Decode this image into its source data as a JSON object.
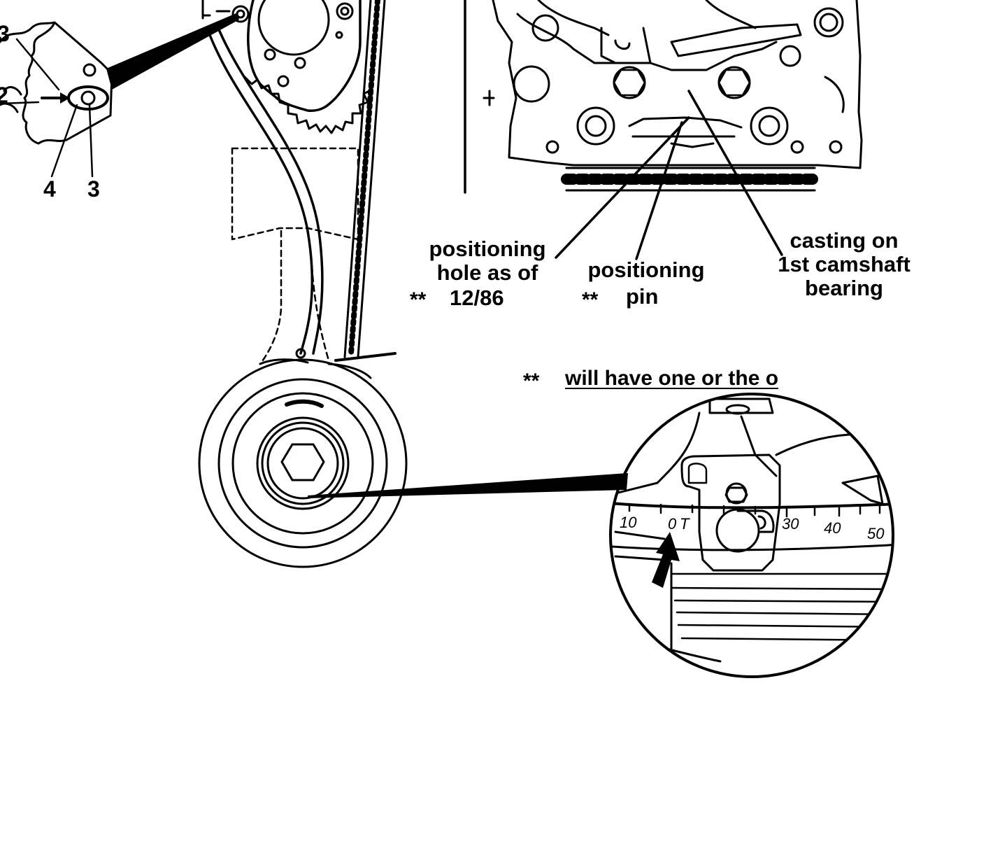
{
  "diagram": {
    "callout_numbers": [
      "4",
      "3"
    ],
    "edge_fragments": [
      "3",
      "2"
    ],
    "labels": {
      "positioning_hole": [
        "positioning",
        "hole as of"
      ],
      "positioning_hole_date": "12/86",
      "positioning_pin": [
        "positioning",
        "pin"
      ],
      "casting": [
        "casting on",
        "1st camshaft",
        "bearing"
      ]
    },
    "asterisks": "**",
    "note": "will have one or the o",
    "scale": {
      "tick_labels": [
        "10",
        "0",
        "T",
        "30",
        "40",
        "50"
      ]
    },
    "colors": {
      "ink": "#000000",
      "paper": "#ffffff"
    }
  }
}
